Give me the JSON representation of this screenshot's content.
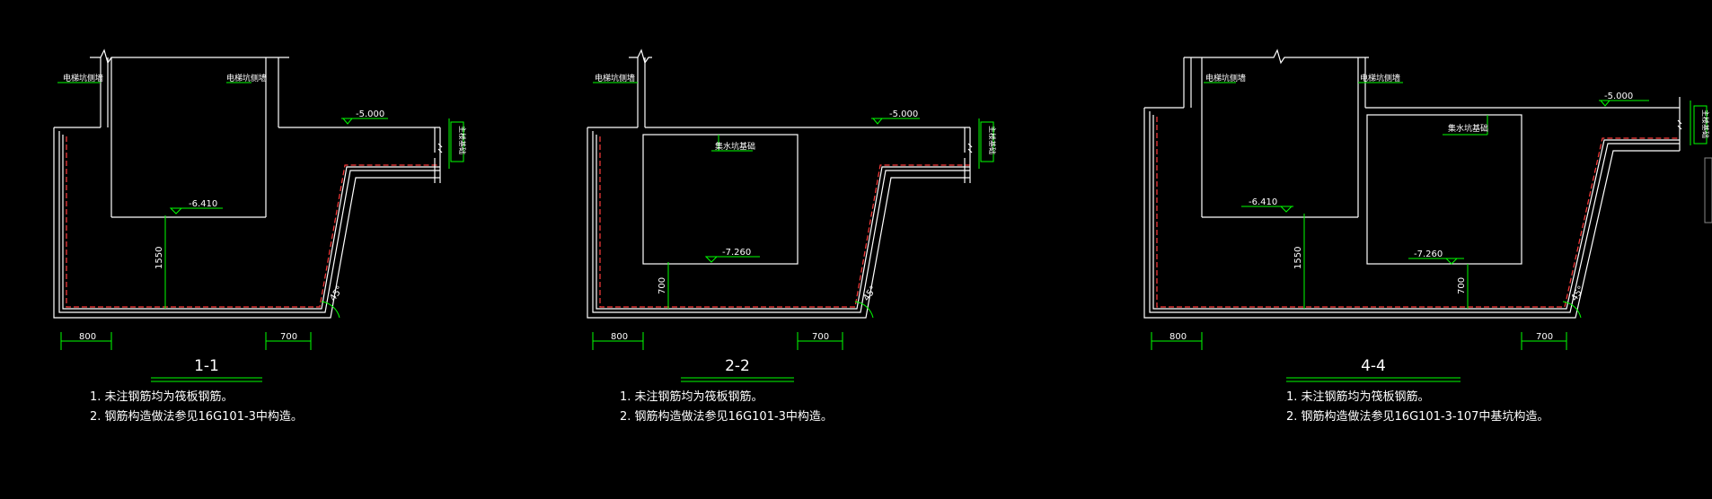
{
  "colors": {
    "background": "#000000",
    "outline": "#ffffff",
    "annotation": "#00ff00",
    "rebar": "#ff3b3b"
  },
  "sections": [
    {
      "title": "1-1",
      "labels": {
        "left_top": "电梯坑侧墙",
        "right_top": "电梯坑侧墙",
        "side": "主楼基础",
        "pit": ""
      },
      "levels": [
        "-5.000",
        "-6.410"
      ],
      "dims": [
        "1550",
        "800",
        "700"
      ],
      "angle": "45°",
      "notes": [
        "1. 未注钢筋均为筏板钢筋。",
        "2. 钢筋构造做法参见16G101-3中构造。"
      ]
    },
    {
      "title": "2-2",
      "labels": {
        "left_top": "电梯坑侧墙",
        "right_top": "",
        "side": "主楼基础",
        "pit": "集水坑基础"
      },
      "levels": [
        "-5.000",
        "-7.260"
      ],
      "dims": [
        "700",
        "800",
        "700"
      ],
      "angle": "45°",
      "notes": [
        "1. 未注钢筋均为筏板钢筋。",
        "2. 钢筋构造做法参见16G101-3中构造。"
      ]
    },
    {
      "title": "4-4",
      "labels": {
        "left_top": "电梯坑侧墙",
        "right_top": "电梯坑侧墙",
        "side": "主楼基础",
        "pit": "集水坑基础"
      },
      "levels": [
        "-5.000",
        "-6.410",
        "-7.260"
      ],
      "dims": [
        "1550",
        "700",
        "800",
        "700"
      ],
      "angle": "45°",
      "notes": [
        "1. 未注钢筋均为筏板钢筋。",
        "2. 钢筋构造做法参见16G101-3-107中基坑构造。"
      ]
    }
  ]
}
